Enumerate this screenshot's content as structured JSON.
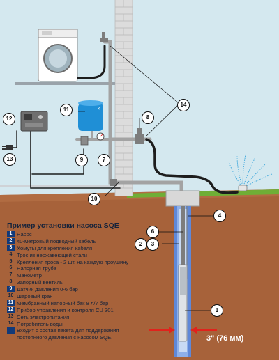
{
  "legend": {
    "title": "Пример установки насоса SQE",
    "items": [
      {
        "num": "1",
        "text": "Насос",
        "style": "filled"
      },
      {
        "num": "2",
        "text": "40-метровый подводный кабель",
        "style": "filled"
      },
      {
        "num": "3",
        "text": "Хомуты для крепления кабеля",
        "style": "filled"
      },
      {
        "num": "4",
        "text": "Трос из нержавеющей стали",
        "style": "plain"
      },
      {
        "num": "5",
        "text": "Крепления троса - 2 шт. на каждую проушину",
        "style": "plain"
      },
      {
        "num": "6",
        "text": "Напорная труба",
        "style": "plain"
      },
      {
        "num": "7",
        "text": "Манометр",
        "style": "plain"
      },
      {
        "num": "8",
        "text": "Запорный вентиль",
        "style": "plain"
      },
      {
        "num": "9",
        "text": "Датчик давления 0-6 бар",
        "style": "filled"
      },
      {
        "num": "10",
        "text": "Шаровый кран",
        "style": "plain"
      },
      {
        "num": "11",
        "text": "Мембранный напорный бак 8 л/7 бар",
        "style": "filled"
      },
      {
        "num": "12",
        "text": "Прибор управления и контроля CU 301",
        "style": "filled"
      },
      {
        "num": "13",
        "text": "Сеть электропитания",
        "style": "plain"
      },
      {
        "num": "14",
        "text": "Потребитель воды",
        "style": "plain"
      },
      {
        "num": "",
        "text": "Входит с состав пакета для поддержания постоянного давления с насосом SQE.",
        "style": "filled"
      }
    ]
  },
  "callouts": [
    "1",
    "2",
    "3",
    "4",
    "6",
    "7",
    "8",
    "9",
    "10",
    "11",
    "12",
    "13",
    "14"
  ],
  "well_diameter": "3\" (76 мм)",
  "tank_mark": "K",
  "colors": {
    "sky": "#d4e8ef",
    "soil": "#a7623a",
    "grass": "#6fae36",
    "wall": "#dcdcdc",
    "pipe": "#a3a3a3",
    "hose": "#1d1d1d",
    "tank": "#1f8fd6",
    "casing": "#5f88d8",
    "legend_badge": "#123a79",
    "arrow": "#e0231c"
  }
}
